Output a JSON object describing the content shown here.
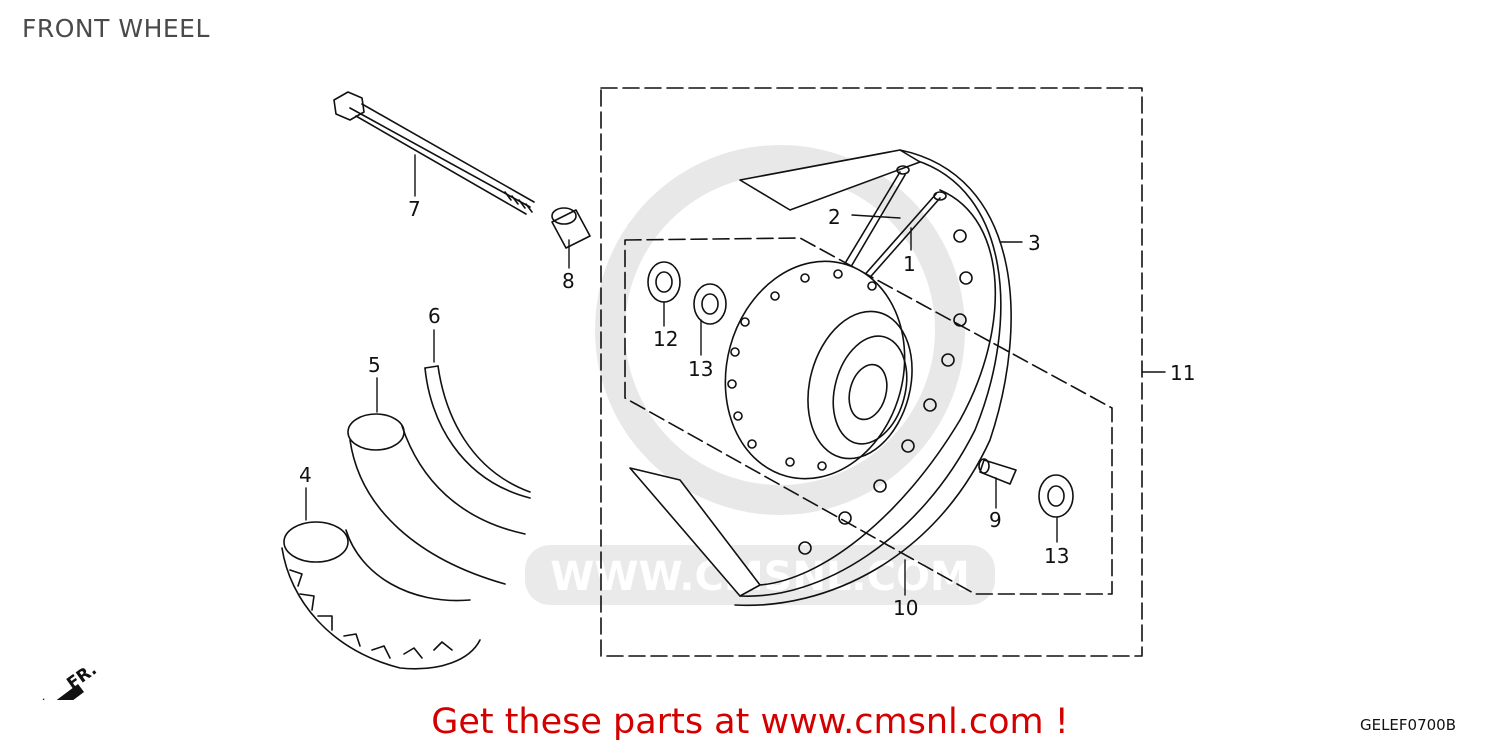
{
  "header": {
    "title": "FRONT WHEEL"
  },
  "footer": {
    "promo": "Get these parts at www.cmsnl.com !",
    "diagram_code": "GELEF0700B"
  },
  "direction_marker": {
    "label": "FR.",
    "icon": "front-arrow-icon"
  },
  "watermark": {
    "text": "WWW.CMSNL.COM",
    "color": "#cfcfcf"
  },
  "callouts": [
    "1",
    "2",
    "3",
    "4",
    "5",
    "6",
    "7",
    "8",
    "9",
    "10",
    "11",
    "12",
    "13",
    "13"
  ],
  "colors": {
    "promo": "#d40000",
    "line": "#111111"
  }
}
